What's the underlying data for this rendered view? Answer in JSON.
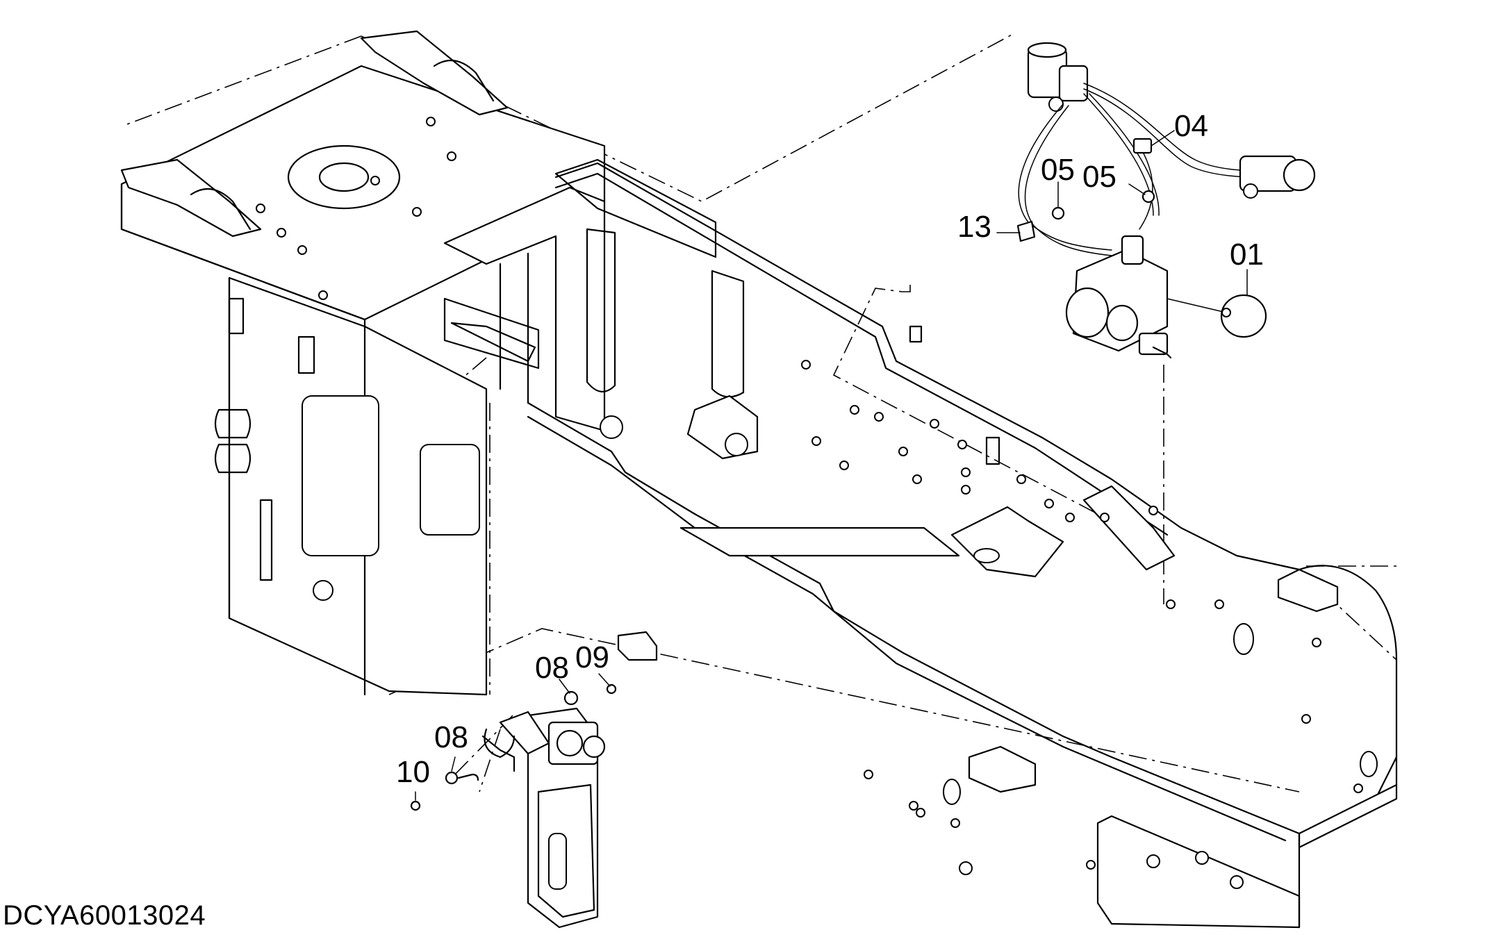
{
  "diagram": {
    "drawing_id": "DCYA60013024",
    "callouts": {
      "c01": "01",
      "c04": "04",
      "c05a": "05",
      "c05b": "05",
      "c13": "13",
      "c08a": "08",
      "c09": "09",
      "c08b": "08",
      "c10": "10"
    }
  }
}
